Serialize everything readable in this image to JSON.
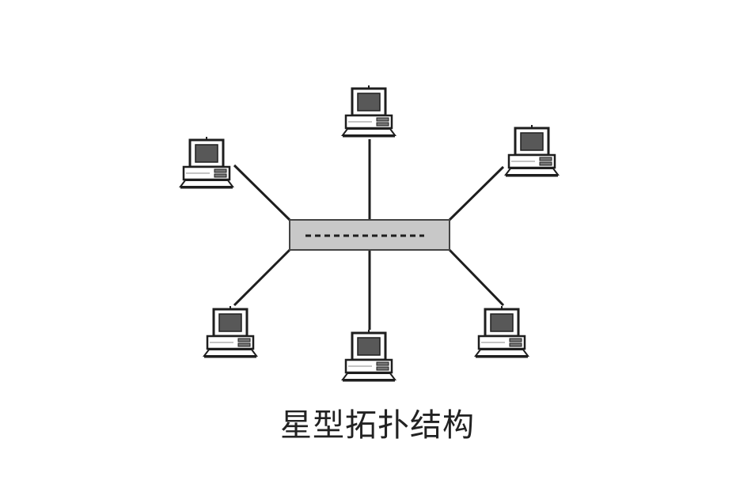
{
  "caption": "星型拓扑结构",
  "colors": {
    "line": "#1e1e1e",
    "hub_fill": "#c8c8c8",
    "hub_stroke": "#444444",
    "screen": "#585858",
    "case": "#ffffff"
  },
  "nodes": [
    "computer",
    "computer",
    "computer",
    "computer",
    "computer",
    "computer"
  ],
  "center": "switch-hub"
}
